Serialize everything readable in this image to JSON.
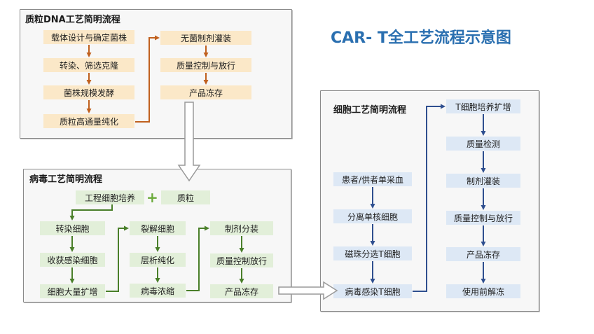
{
  "title": "CAR- T全工艺流程示意图",
  "plasmid_panel": {
    "title": "质粒DNA工艺简明流程",
    "left_steps": [
      "载体设计与确定菌株",
      "转染、筛选克隆",
      "菌株规模发酵",
      "质粒高通量纯化"
    ],
    "right_steps": [
      "无菌制剂灌装",
      "质量控制与放行",
      "产品冻存"
    ]
  },
  "virus_panel": {
    "title": "病毒工艺简明流程",
    "culture_label": "工程细胞培养",
    "plus_symbol": "+",
    "plasmid_label": "质粒",
    "col1": [
      "转染细胞",
      "收获感染细胞",
      "细胞大量扩增"
    ],
    "col2": [
      "裂解细胞",
      "层析纯化",
      "病毒浓缩"
    ],
    "col3": [
      "制剂分装",
      "质量控制放行",
      "产品冻存"
    ]
  },
  "cell_panel": {
    "title": "细胞工艺简明流程",
    "left_steps": [
      "患者/供者单采血",
      "分离单核细胞",
      "磁珠分选T细胞",
      "病毒感染T细胞"
    ],
    "right_steps": [
      "T细胞培养扩增",
      "质量检测",
      "制剂灌装",
      "质量控制与放行",
      "产品冻存",
      "使用前解冻"
    ]
  },
  "colors": {
    "orange_box": "#fbe8c8",
    "orange_arrow": "#c0601e",
    "green_box": "#e2efd9",
    "green_arrow": "#4a7f2a",
    "blue_box": "#dde8f5",
    "blue_arrow": "#2f4f8f",
    "title": "#2a6fb0"
  }
}
